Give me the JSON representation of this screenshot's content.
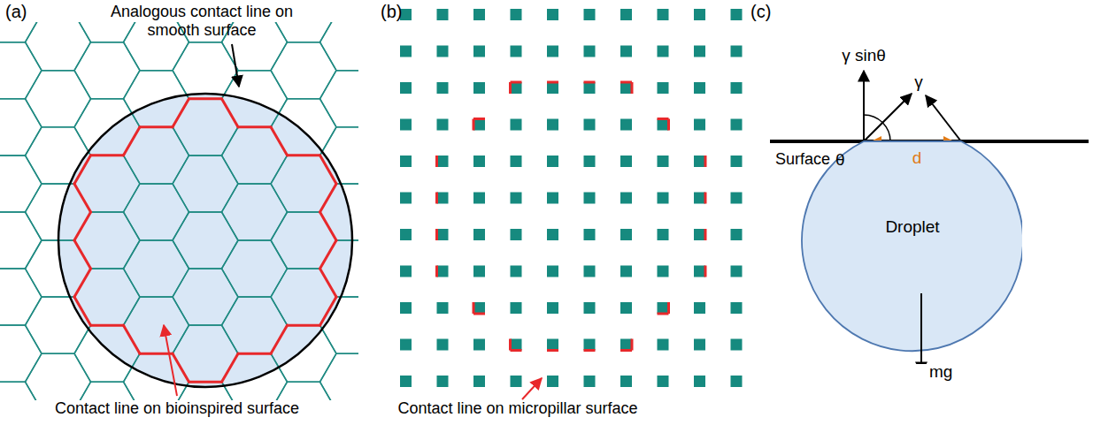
{
  "diagram": {
    "nodes": [
      {
        "text": [
          "Droplet"
        ]
      }
    ],
    "labels": [
      "(a)",
      "Analogous contact line on smooth surface",
      "Contact line on bioinspired surface",
      "(b)",
      "Contact line on micropillar surface",
      "(c)",
      "γ sinθ",
      "γ",
      "θ",
      "Surface",
      "d",
      "mg"
    ]
  }
}
